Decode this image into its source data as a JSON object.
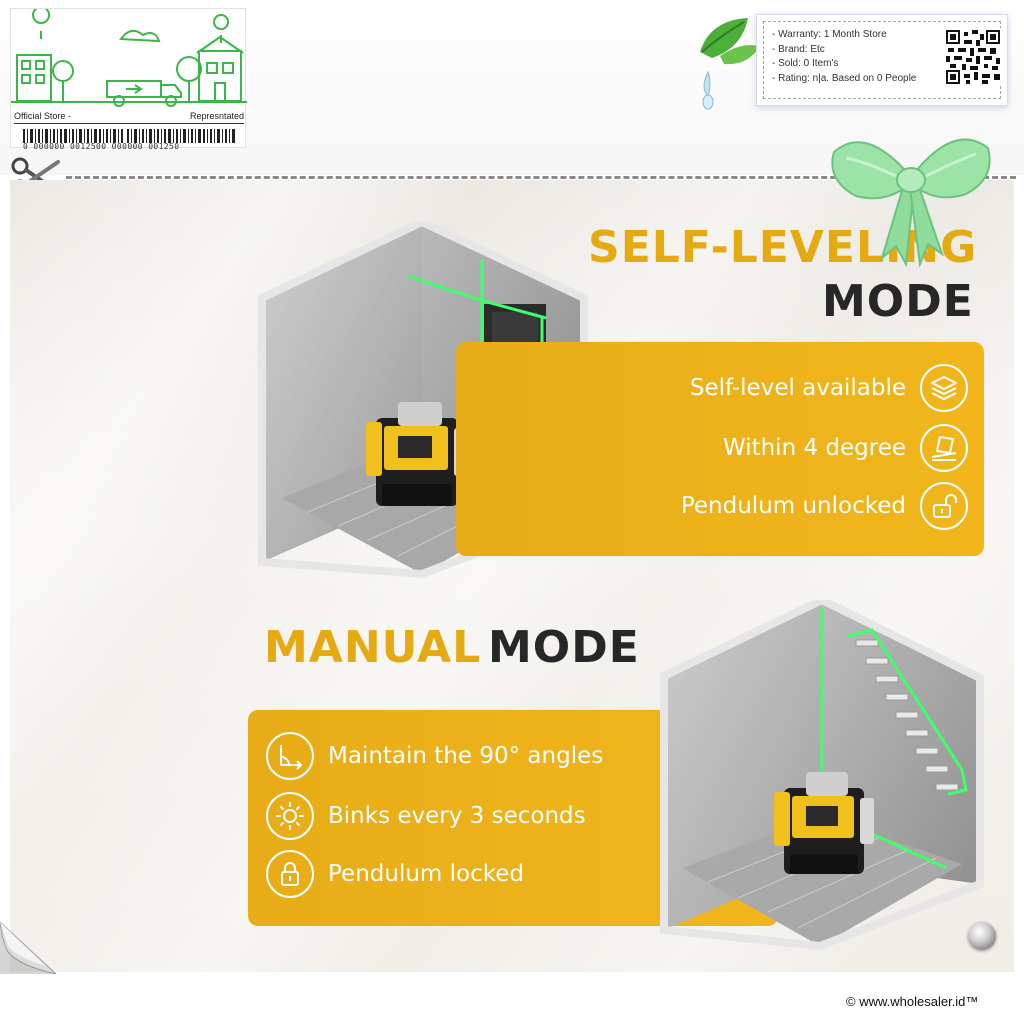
{
  "store_card": {
    "left_label": "Official Store -",
    "right_label": "Represntated",
    "barcode_number": "0 000000 0012500 000000 001250"
  },
  "info_card": {
    "lines": [
      "- Warranty: 1 Month Store",
      "- Brand: Etc",
      "- Sold: 0 Item's",
      "- Rating: n|a. Based on 0 People"
    ]
  },
  "self_leveling": {
    "title_part1": "SELF-LEVELING",
    "title_part2": "MODE",
    "features": [
      {
        "label": "Self-level available",
        "icon": "layers-icon"
      },
      {
        "label": "Within 4 degree",
        "icon": "tilt-level-icon"
      },
      {
        "label": "Pendulum unlocked",
        "icon": "unlocked-padlock-icon"
      }
    ]
  },
  "manual": {
    "title_part1": "MANUAL",
    "title_part2": "MODE",
    "features": [
      {
        "label": "Maintain the 90° angles",
        "icon": "right-angle-icon"
      },
      {
        "label": "Binks every 3 seconds",
        "icon": "sun-blink-icon"
      },
      {
        "label": "Pendulum locked",
        "icon": "locked-padlock-icon"
      }
    ]
  },
  "colors": {
    "accent_yellow": "#E5AA12",
    "dark_text": "#272727",
    "laser_green": "#3DFF6A"
  },
  "footer": {
    "copyright": "© www.wholesaler.id™"
  }
}
